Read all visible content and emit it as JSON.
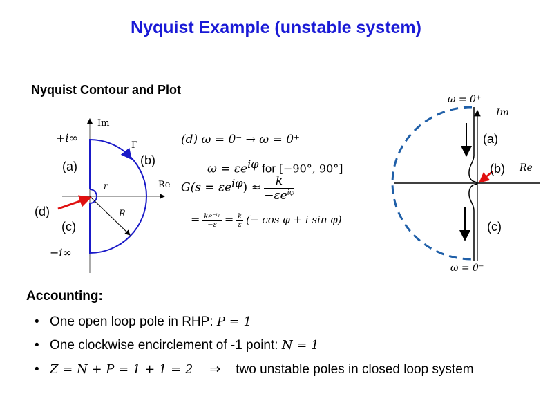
{
  "title": "Nyquist Example (unstable system)",
  "subtitle": "Nyquist Contour and Plot",
  "contour": {
    "im": "Im",
    "re": "Re",
    "plus_inf": "+i∞",
    "minus_inf": "−i∞",
    "gamma": "Γ",
    "r": "r",
    "R": "R",
    "a": "(a)",
    "b": "(b)",
    "c": "(c)",
    "d": "(d)"
  },
  "equations": {
    "line1": "(d) ω = 0⁻ → ω = 0⁺",
    "line2_math": "ω = εe",
    "line2_sup": "iφ",
    "line2_for": "for",
    "line2_range": "[−90°, 90°]",
    "line3_lhs": "G(s = εe",
    "line3_sup": "iφ",
    "line3_close": ") ≈",
    "line3_num": "k",
    "line3_den": "−εe",
    "line3_den_sup": "iφ",
    "line4_eq": "=",
    "line4_num": "ke⁻ⁱᵠ",
    "line4_den": "−ε",
    "line4_eq2": "=",
    "line4_num2": "k",
    "line4_den2": "ε",
    "line4_rest": "(− cos φ + i sin φ)"
  },
  "plot": {
    "w_plus": "ω = 0⁺",
    "w_minus": "ω = 0⁻",
    "im": "Im",
    "re": "Re",
    "a": "(a)",
    "b": "(b)",
    "c": "(c)"
  },
  "accounting": {
    "heading": "Accounting:",
    "bullets": [
      {
        "text": "One open loop pole in RHP: ",
        "math": "P = 1"
      },
      {
        "text": "One clockwise encirclement of -1 point: ",
        "math": "N = 1"
      },
      {
        "math": "Z = N + P = 1 + 1 = 2",
        "arrow": "⇒",
        "text": "two unstable poles in closed loop system"
      }
    ],
    "bullet_symbol": "•"
  },
  "colors": {
    "title": "#1a1ad6",
    "contour": "#1a1ac8",
    "dashed": "#1f5fa8",
    "red": "#e01010"
  }
}
